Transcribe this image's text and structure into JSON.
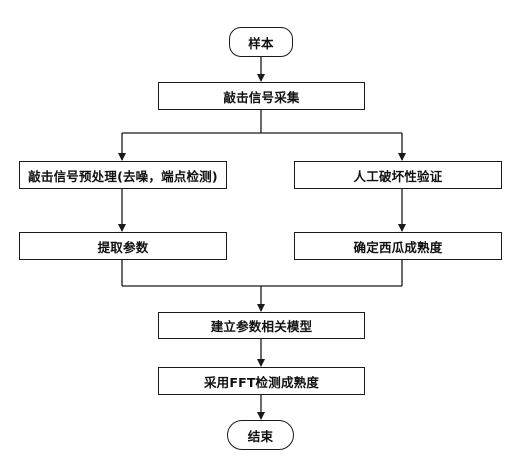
{
  "nodes": {
    "sample": "样本",
    "acquisition": "敲击信号采集",
    "preprocess": "敲击信号预处理(去噪，端点检测)",
    "manual_verify": "人工破坏性验证",
    "extract": "提取参数",
    "ripeness": "确定西瓜成熟度",
    "model": "建立参数相关模型",
    "fft": "采用FFT检测成熟度",
    "end": "结束"
  },
  "colors": {
    "stroke": "#1a1a1a",
    "text": "#111111",
    "fill": "#ffffff"
  }
}
